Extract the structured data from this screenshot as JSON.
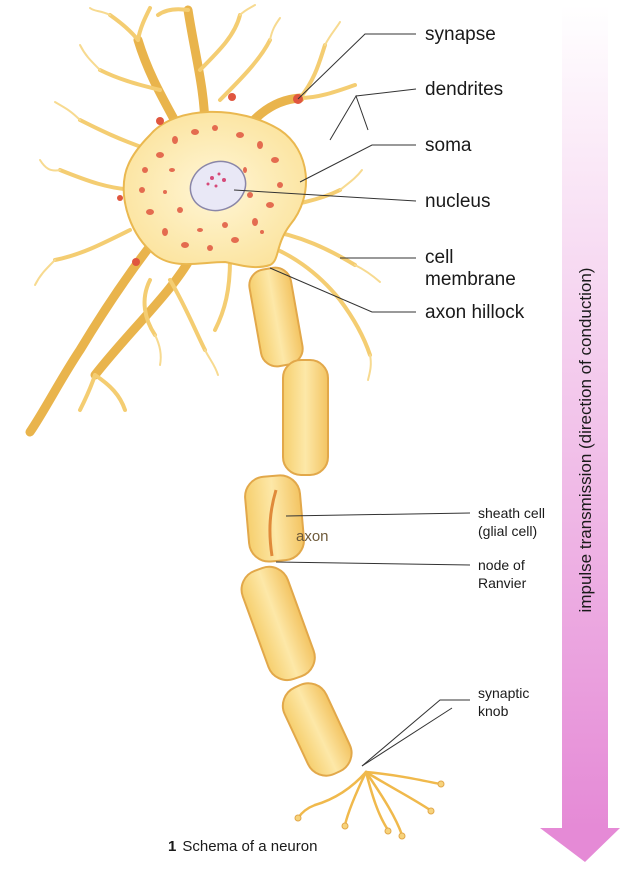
{
  "labels": {
    "synapse": "synapse",
    "dendrites": "dendrites",
    "soma": "soma",
    "nucleus": "nucleus",
    "cell_membrane_1": "cell",
    "cell_membrane_2": "membrane",
    "axon_hillock": "axon hillock",
    "sheath_cell_1": "sheath cell",
    "sheath_cell_2": "(glial cell)",
    "axon": "axon",
    "node_1": "node of",
    "node_2": "Ranvier",
    "synaptic_knob_1": "synaptic",
    "synaptic_knob_2": "knob"
  },
  "arrow": {
    "text": "impulse transmission (direction of conduction)",
    "color_top": "#ffffff",
    "color_bottom": "#e58ad6"
  },
  "caption": {
    "number": "1",
    "text": "Schema of a neuron"
  },
  "colors": {
    "cell": "#fbe39a",
    "outline": "#e7b44a",
    "dots": "#e0563f",
    "nucleus": "#e9e8f6"
  }
}
